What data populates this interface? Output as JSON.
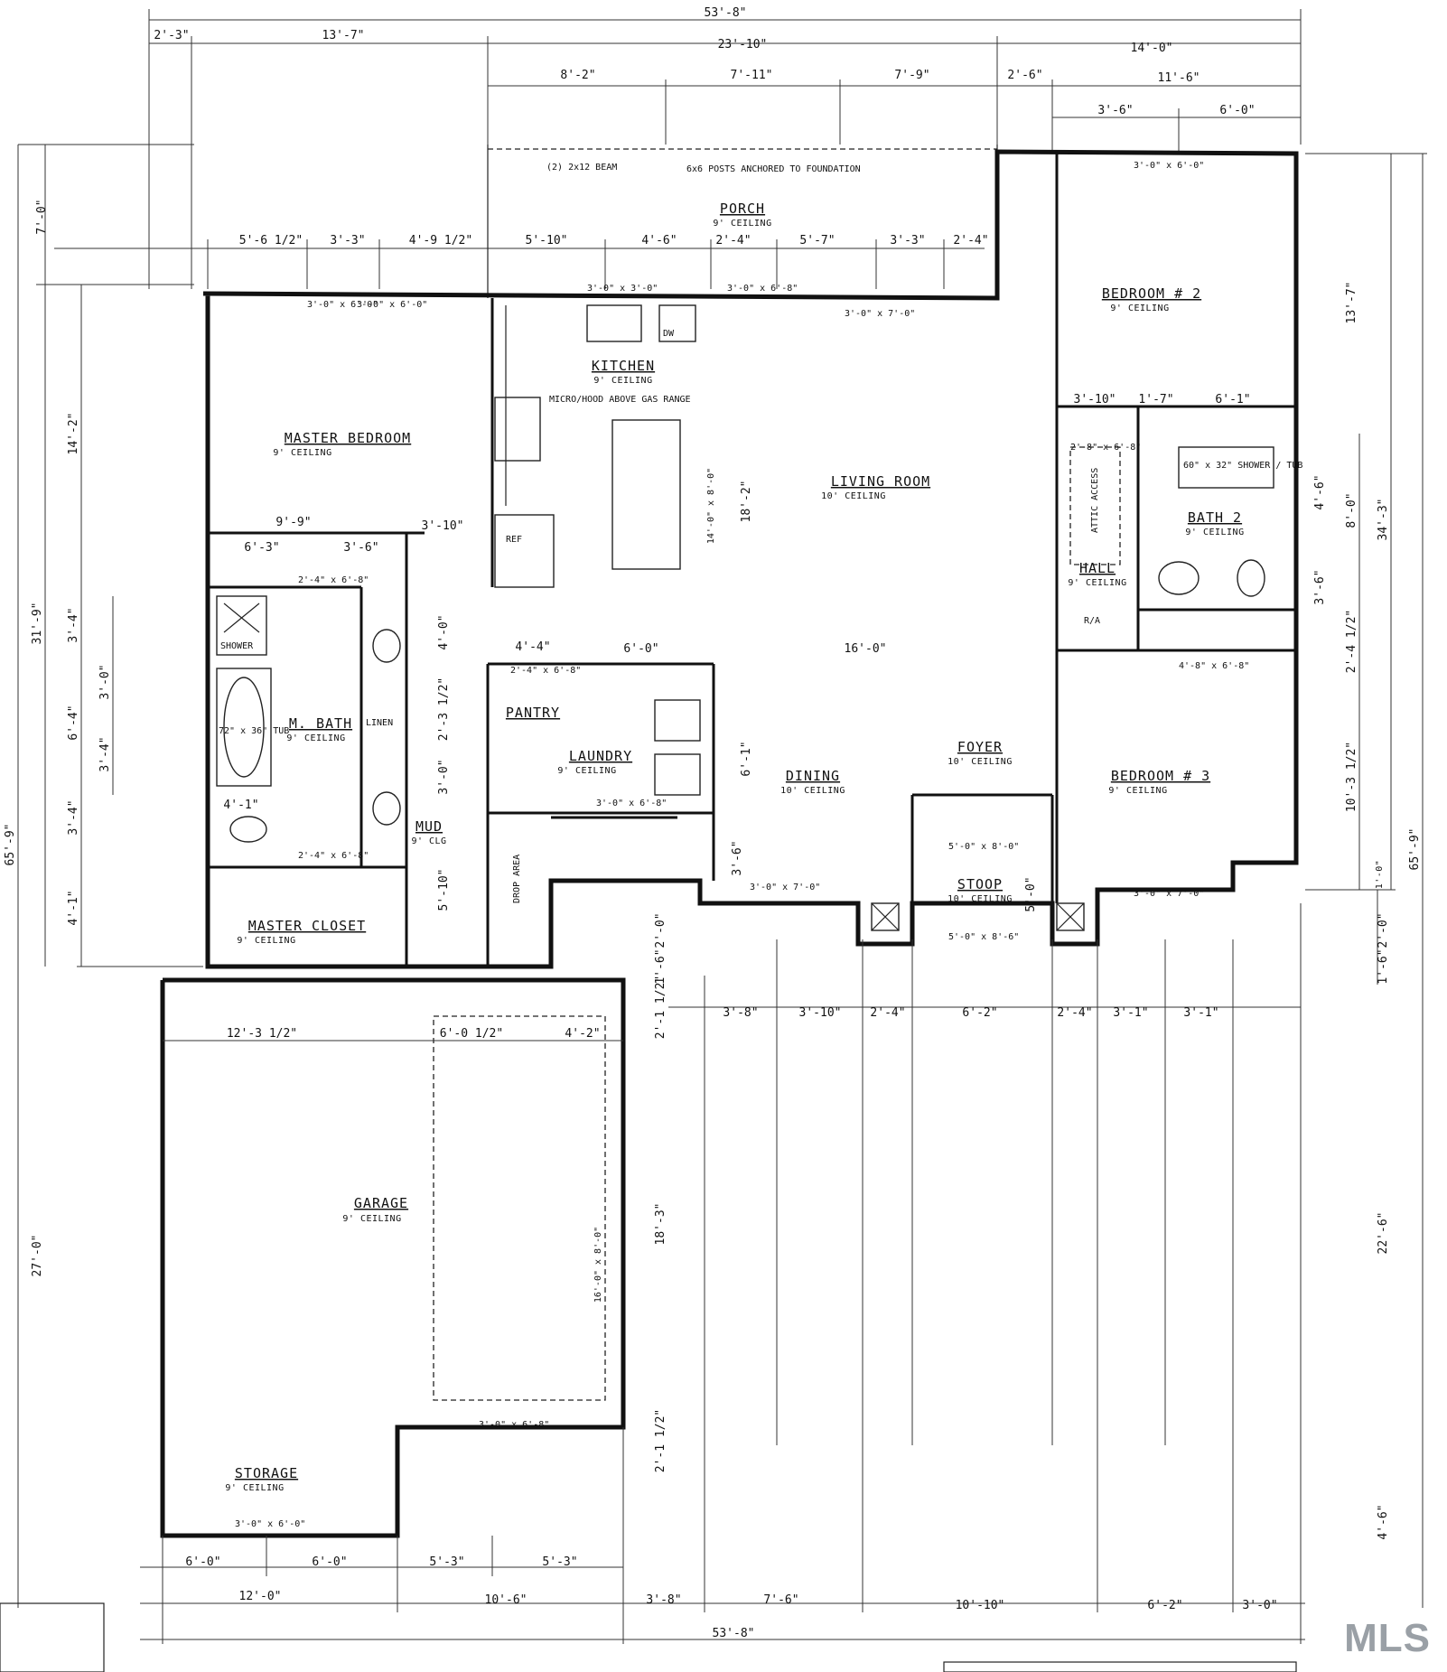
{
  "rooms": {
    "porch": {
      "name": "PORCH",
      "ceiling": "9' CEILING"
    },
    "master_bedroom": {
      "name": "MASTER BEDROOM",
      "ceiling": "9' CEILING"
    },
    "kitchen": {
      "name": "KITCHEN",
      "ceiling": "9' CEILING"
    },
    "living_room": {
      "name": "LIVING ROOM",
      "ceiling": "10' CEILING"
    },
    "bedroom2": {
      "name": "BEDROOM # 2",
      "ceiling": "9' CEILING"
    },
    "bath2": {
      "name": "BATH 2",
      "ceiling": "9' CEILING"
    },
    "hall": {
      "name": "HALL",
      "ceiling": "9' CEILING"
    },
    "m_bath": {
      "name": "M. BATH",
      "ceiling": "9' CEILING"
    },
    "laundry": {
      "name": "LAUNDRY",
      "ceiling": "9' CEILING"
    },
    "pantry": {
      "name": "PANTRY"
    },
    "dining": {
      "name": "DINING",
      "ceiling": "10' CEILING"
    },
    "foyer": {
      "name": "FOYER",
      "ceiling": "10' CEILING"
    },
    "bedroom3": {
      "name": "BEDROOM # 3",
      "ceiling": "9' CEILING"
    },
    "mud": {
      "name": "MUD",
      "ceiling": "9' CLG"
    },
    "stoop": {
      "name": "STOOP",
      "ceiling": "10' CEILING"
    },
    "master_closet": {
      "name": "MASTER CLOSET",
      "ceiling": "9' CEILING"
    },
    "garage": {
      "name": "GARAGE",
      "ceiling": "9' CEILING"
    },
    "storage": {
      "name": "STORAGE",
      "ceiling": "9' CEILING"
    }
  },
  "notes": {
    "beam": "(2) 2x12 BEAM",
    "posts": "6x6 POSTS ANCHORED TO FOUNDATION",
    "microhood": "MICRO/HOOD ABOVE GAS RANGE",
    "ref": "REF",
    "dw": "DW",
    "tub_m": "72\" x 36\" TUB",
    "shower": "SHOWER",
    "linen": "LINEN",
    "tub2": "60\" x 32\" SHOWER / TUB",
    "attic": "ATTIC ACCESS",
    "ra": "R/A",
    "drop": "DROP AREA"
  },
  "dims": {
    "overall_width": "53'-8\"",
    "overall_depth": "65'-9\"",
    "top_row1": [
      "2'-3\"",
      "13'-7\"",
      "23'-10\"",
      "14'-0\""
    ],
    "top_row2": [
      "8'-2\"",
      "7'-11\"",
      "7'-9\"",
      "2'-6\"",
      "11'-6\""
    ],
    "top_row3": [
      "3'-6\"",
      "6'-0\""
    ],
    "porch_row": [
      "5'-6 1/2\"",
      "3'-3\"",
      "4'-9 1/2\"",
      "5'-10\"",
      "4'-6\"",
      "2'-4\"",
      "5'-7\"",
      "3'-3\"",
      "2'-4\""
    ],
    "interior": [
      "9'-9\"",
      "6'-3\"",
      "3'-6\"",
      "3'-10\"",
      "4'-4\"",
      "6'-0\"",
      "16'-0\"",
      "18'-2\"",
      "6'-1\"",
      "3'-6\"",
      "3'-10\"",
      "1'-7\"",
      "6'-1\"",
      "4'-1\"",
      "4'-0\"",
      "2'-3 1/2\"",
      "3'-0\"",
      "5'-10\"",
      "5'-0\"",
      "2'-0\"",
      "1'-6\"",
      "2'-1 1/2\""
    ],
    "front_row": [
      "3'-8\"",
      "3'-10\"",
      "2'-4\"",
      "6'-2\"",
      "2'-4\"",
      "3'-1\"",
      "3'-1\""
    ],
    "garage_row": [
      "12'-3 1/2\"",
      "6'-0 1/2\"",
      "4'-2\""
    ],
    "garage_depth": "18'-3\"",
    "garage_side": "2'-1 1/2\"",
    "bottom_row1": [
      "6'-0\"",
      "6'-0\"",
      "5'-3\"",
      "5'-3\""
    ],
    "bottom_row2": [
      "12'-0\"",
      "10'-6\"",
      "3'-8\"",
      "7'-6\"",
      "10'-10\"",
      "6'-2\"",
      "3'-0\""
    ],
    "left_side": [
      "7'-0\"",
      "14'-2\"",
      "31'-9\"",
      "3'-4\"",
      "6'-4\"",
      "3'-0\"",
      "3'-4\"",
      "3'-4\"",
      "4'-1\"",
      "65'-9\"",
      "27'-0\""
    ],
    "right_side": [
      "13'-7\"",
      "34'-3\"",
      "4'-6\"",
      "8'-0\"",
      "3'-6\"",
      "2'-4 1/2\"",
      "10'-3 1/2\"",
      "1'-0\"",
      "2'-0\"",
      "1'-6\"",
      "65'-9\"",
      "22'-6\"",
      "4'-6\""
    ]
  },
  "openings": {
    "w1": "3'-0\" x 6'-0\"",
    "w2": "3'-0\" x 6'-0\"",
    "w_kitchen": "3'-0\" x 3'-0\"",
    "d_front": "3'-0\" x 6'-8\"",
    "w_living": "3'-0\" x 7'-0\"",
    "w_bed2": "3'-0\" x 6'-0\"",
    "d_stoop": "5'-0\" x 8'-0\"",
    "d_stoop2": "5'-0\" x 8'-6\"",
    "w_dining": "3'-0\" x 7'-0\"",
    "w_bed3": "3'-0\" x 7'-0\"",
    "d_garage": "3'-0\" x 6'-8\"",
    "w_storage": "3'-0\" x 6'-0\"",
    "d_closet_bed3": "4'-8\" x 6'-8\"",
    "d_bath": "2'-4\" x 6'-8\"",
    "d_closet": "2'-4\" x 6'-8\"",
    "d_pantry": "2'-4\" x 6'-8\"",
    "d_laundry": "3'-0\" x 6'-8\"",
    "garage_door": "16'-0\" x 8'-0\"",
    "island": "14'-0\" x 8'-0\"",
    "d_hall": "2'-8\" x 6'-8\""
  },
  "watermark": "MLS"
}
